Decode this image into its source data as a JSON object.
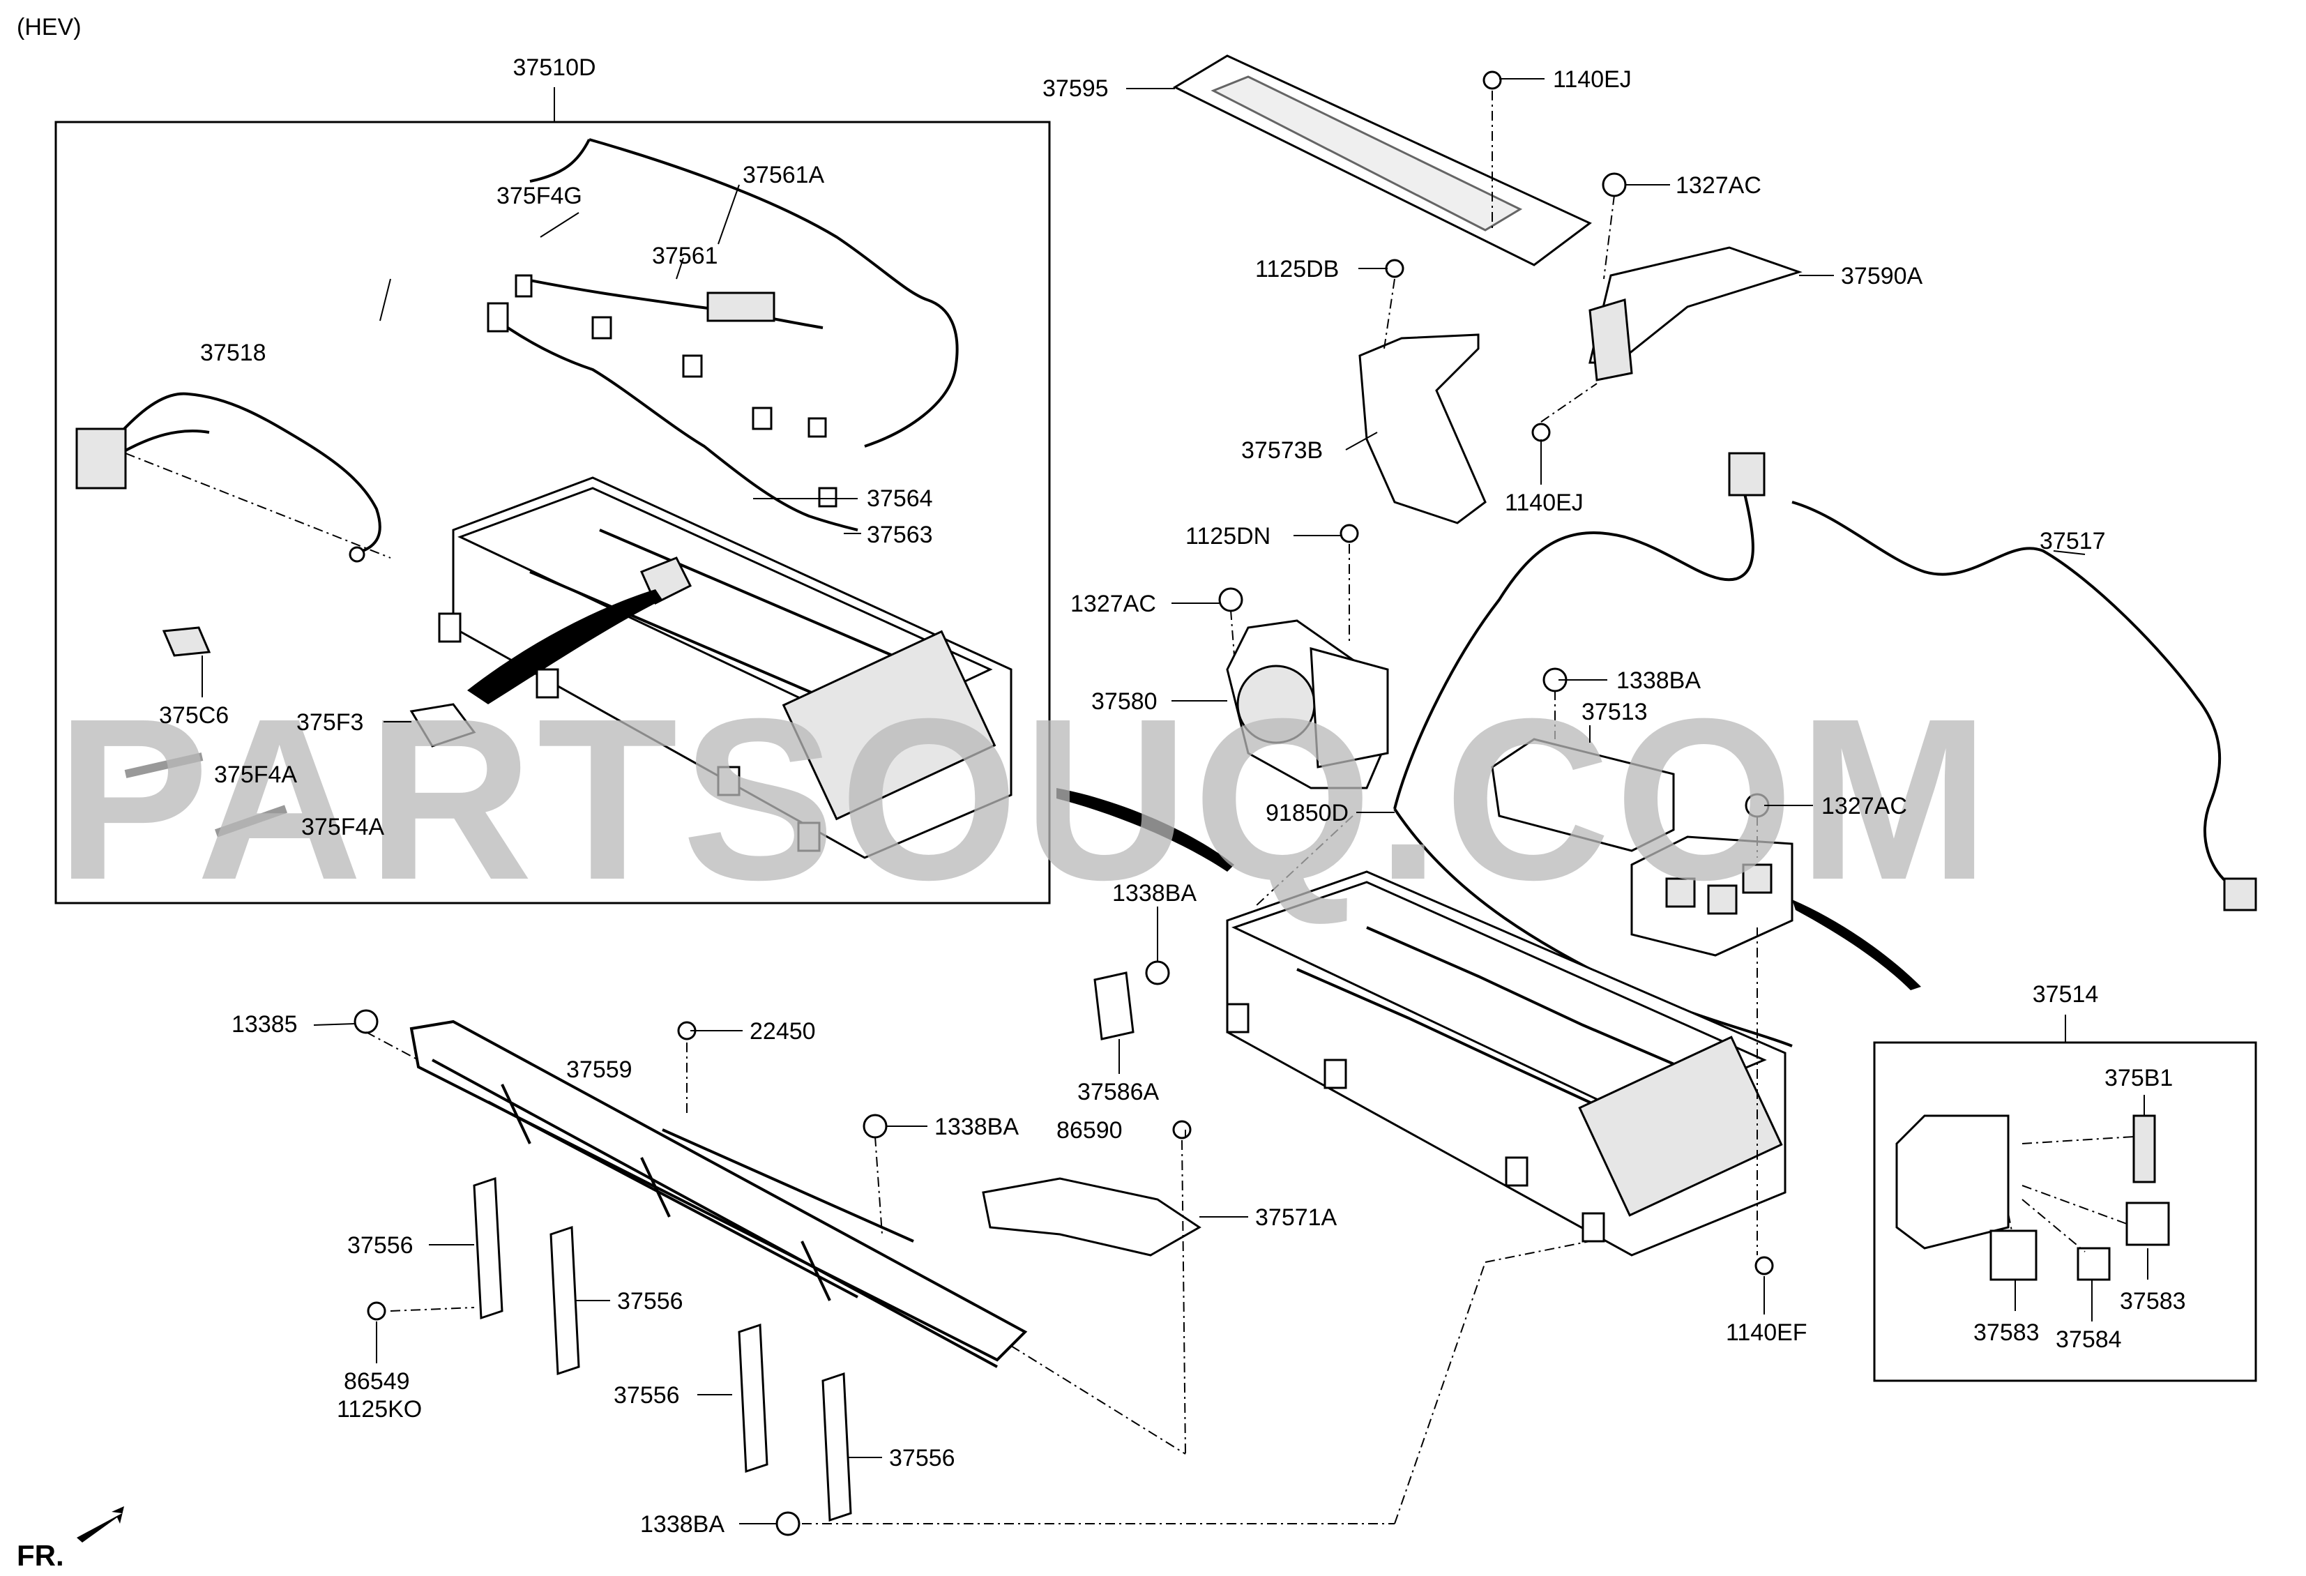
{
  "header": {
    "variant": "(HEV)"
  },
  "footer": {
    "front_indicator": "FR."
  },
  "watermark": {
    "text": "PARTSOUQ.COM"
  },
  "groups": {
    "assembly_box": {
      "label": "37510D"
    },
    "relay_box": {
      "label": "37514"
    }
  },
  "labels": {
    "p37510D": "37510D",
    "p375F4G": "375F4G",
    "p37561A": "37561A",
    "p37561": "37561",
    "p37518": "37518",
    "p37564": "37564",
    "p37563": "37563",
    "p375C6": "375C6",
    "p375F3": "375F3",
    "p375F4A_1": "375F4A",
    "p375F4A_2": "375F4A",
    "p37595": "37595",
    "p1140EJ_1": "1140EJ",
    "p1327AC_1": "1327AC",
    "p1125DB": "1125DB",
    "p37590A": "37590A",
    "p37573B": "37573B",
    "p1140EJ_2": "1140EJ",
    "p1125DN": "1125DN",
    "p1327AC_2": "1327AC",
    "p37580": "37580",
    "p37517": "37517",
    "p1338BA_1": "1338BA",
    "p37513": "37513",
    "p91850D": "91850D",
    "p1327AC_3": "1327AC",
    "p1338BA_2": "1338BA",
    "p37586A": "37586A",
    "p13385": "13385",
    "p22450": "22450",
    "p37559": "37559",
    "p1338BA_3": "1338BA",
    "p86590": "86590",
    "p37571A": "37571A",
    "p37556_1": "37556",
    "p37556_2": "37556",
    "p37556_3": "37556",
    "p37556_4": "37556",
    "p86549": "86549",
    "p1125KO": "1125KO",
    "p1338BA_4": "1338BA",
    "p1140EF": "1140EF",
    "p37514": "37514",
    "p375B1": "375B1",
    "p37583_1": "37583",
    "p37583_2": "37583",
    "p37584": "37584"
  }
}
